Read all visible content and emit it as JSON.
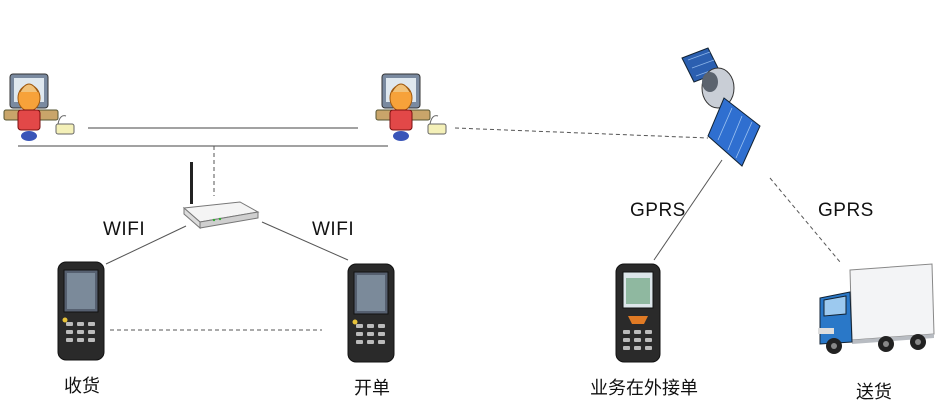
{
  "labels": {
    "wifi_left": "WIFI",
    "wifi_right": "WIFI",
    "gprs_left": "GPRS",
    "gprs_right": "GPRS"
  },
  "captions": {
    "receive": "收货",
    "open_order": "开单",
    "field_order": "业务在外接单",
    "delivery": "送货"
  },
  "icons": {
    "pc_left": "office-pc-icon",
    "pc_center": "office-pc-icon",
    "router": "wifi-router-icon",
    "satellite": "satellite-icon",
    "pda_left": "handheld-terminal-icon",
    "pda_center": "handheld-terminal-icon",
    "pda_right": "handheld-terminal-icon",
    "truck": "delivery-truck-icon"
  }
}
